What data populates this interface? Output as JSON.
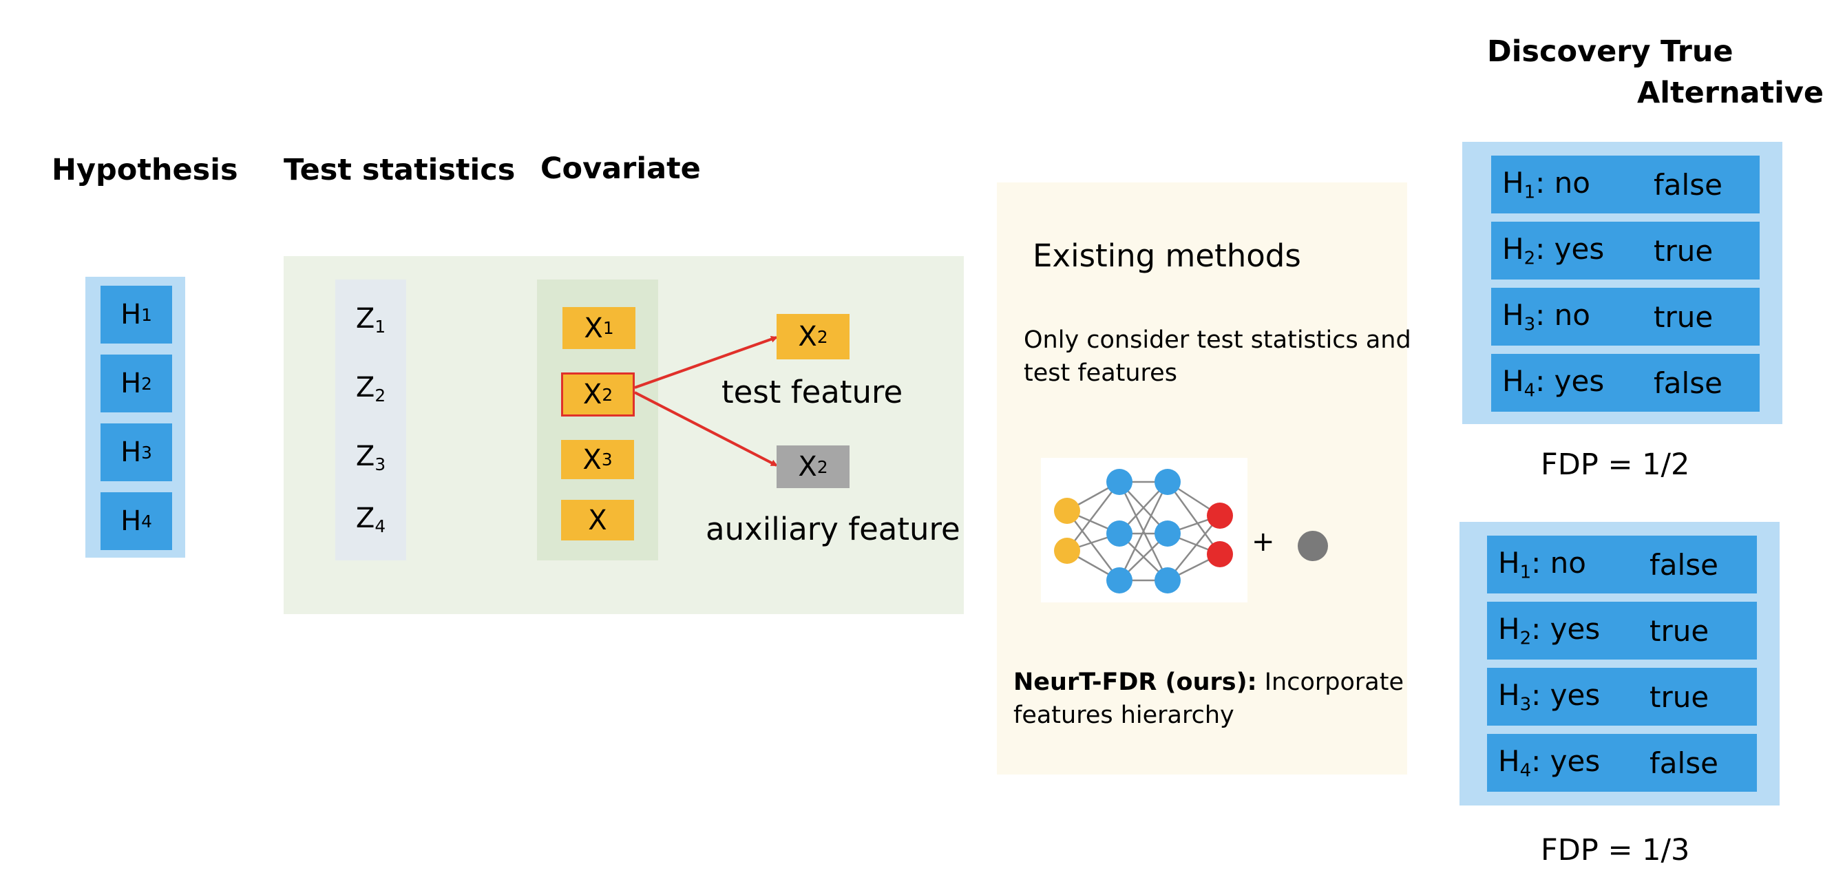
{
  "headings": {
    "hypothesis": "Hypothesis",
    "test_statistics": "Test statistics",
    "covariate": "Covariate",
    "discovery": "Discovery",
    "true_line1": "True",
    "true_line2": "Alternative"
  },
  "hypotheses": [
    {
      "sym": "H",
      "sub": "1"
    },
    {
      "sym": "H",
      "sub": "2"
    },
    {
      "sym": "H",
      "sub": "3"
    },
    {
      "sym": "H",
      "sub": "4"
    }
  ],
  "test_stats": [
    {
      "sym": "Z",
      "sub": "1"
    },
    {
      "sym": "Z",
      "sub": "2"
    },
    {
      "sym": "Z",
      "sub": "3"
    },
    {
      "sym": "Z",
      "sub": "4"
    }
  ],
  "covariates": [
    {
      "sym": "X",
      "sub": "1"
    },
    {
      "sym": "X",
      "sub": "2"
    },
    {
      "sym": "X",
      "sub": "3"
    },
    {
      "sym": "X",
      "sub": ""
    }
  ],
  "feature_split": {
    "test_feature": {
      "sym": "X",
      "sub": "2",
      "label": "test feature"
    },
    "auxiliary_feature": {
      "sym": "X",
      "sub": "2",
      "label": "auxiliary feature"
    }
  },
  "methods": {
    "existing_title": "Existing methods",
    "existing_desc_line1": "Only consider test statistics and",
    "existing_desc_line2": "test features",
    "plus": "+",
    "ours_bold": "NeurT-FDR (ours):",
    "ours_desc_line1": " Incorporate",
    "ours_desc_line2": "features hierarchy"
  },
  "results_top": {
    "rows": [
      {
        "sym": "H",
        "sub": "1",
        "decision": ": no",
        "truth": "false"
      },
      {
        "sym": "H",
        "sub": "2",
        "decision": ": yes",
        "truth": "true"
      },
      {
        "sym": "H",
        "sub": "3",
        "decision": ": no",
        "truth": "true"
      },
      {
        "sym": "H",
        "sub": "4",
        "decision": ": yes",
        "truth": "false"
      }
    ],
    "fdp": "FDP = 1/2"
  },
  "results_bottom": {
    "rows": [
      {
        "sym": "H",
        "sub": "1",
        "decision": ": no",
        "truth": "false"
      },
      {
        "sym": "H",
        "sub": "2",
        "decision": ": yes",
        "truth": "true"
      },
      {
        "sym": "H",
        "sub": "3",
        "decision": ": yes",
        "truth": "true"
      },
      {
        "sym": "H",
        "sub": "4",
        "decision": ": yes",
        "truth": "false"
      }
    ],
    "fdp": "FDP = 1/3"
  },
  "colors": {
    "blue_box": "#3b9fe3",
    "blue_panel": "#b9dcf5",
    "orange": "#f5b935",
    "gray_feature": "#a6a6a6",
    "red_arrow": "#e0302a",
    "green_panel": "#ecf2e6",
    "cream_panel": "#fdf9ec",
    "arrow_gray": "#7a7a7a"
  }
}
